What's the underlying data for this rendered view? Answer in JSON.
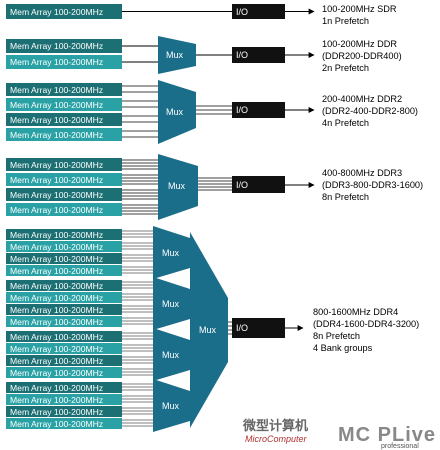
{
  "colors": {
    "block_dark": "#1c6f73",
    "block_light": "#2aa2a5",
    "mux": "#1b6e8a",
    "io": "#111111",
    "line": "#000000"
  },
  "sections": [
    {
      "memory_blocks": [
        "Mem Array 100-200MHz"
      ],
      "io_label": "I/O",
      "label_lines": [
        "100-200MHz SDR",
        "1n Prefetch"
      ]
    },
    {
      "memory_blocks": [
        "Mem Array 100-200MHz",
        "Mem Array 100-200MHz"
      ],
      "mux_label": "Mux",
      "io_label": "I/O",
      "label_lines": [
        "100-200MHz DDR",
        "(DDR200-DDR400)",
        "2n Prefetch"
      ]
    },
    {
      "memory_blocks": [
        "Mem Array 100-200MHz",
        "Mem Array 100-200MHz",
        "Mem Array 100-200MHz",
        "Mem Array 100-200MHz"
      ],
      "mux_label": "Mux",
      "io_label": "I/O",
      "label_lines": [
        "200-400MHz DDR2",
        "(DDR2-400-DDR2-800)",
        "4n Prefetch"
      ]
    },
    {
      "memory_blocks": [
        "Mem Array 100-200MHz",
        "Mem Array 100-200MHz",
        "Mem Array 100-200MHz",
        "Mem Array 100-200MHz"
      ],
      "mux_label": "Mux",
      "io_label": "I/O",
      "label_lines": [
        "400-800MHz DDR3",
        "(DDR3-800-DDR3-1600)",
        "8n Prefetch"
      ]
    },
    {
      "bank_groups": [
        {
          "memory_blocks": [
            "Mem Array 100-200MHz",
            "Mem Array 100-200MHz",
            "Mem Array 100-200MHz",
            "Mem Array 100-200MHz"
          ],
          "mux_label": "Mux"
        },
        {
          "memory_blocks": [
            "Mem Array 100-200MHz",
            "Mem Array 100-200MHz",
            "Mem Array 100-200MHz",
            "Mem Array 100-200MHz"
          ],
          "mux_label": "Mux"
        },
        {
          "memory_blocks": [
            "Mem Array 100-200MHz",
            "Mem Array 100-200MHz",
            "Mem Array 100-200MHz",
            "Mem Array 100-200MHz"
          ],
          "mux_label": "Mux"
        },
        {
          "memory_blocks": [
            "Mem Array 100-200MHz",
            "Mem Array 100-200MHz",
            "Mem Array 100-200MHz",
            "Mem Array 100-200MHz"
          ],
          "mux_label": "Mux"
        }
      ],
      "main_mux_label": "Mux",
      "io_label": "I/O",
      "label_lines": [
        "800-1600MHz DDR4",
        "(DDR4-1600-DDR4-3200)",
        "8n Prefetch",
        "4 Bank groups"
      ]
    }
  ],
  "watermark": {
    "cn": "微型计算机",
    "en": "MicroComputer",
    "logo": "MC PLive",
    "sub": "professional"
  }
}
